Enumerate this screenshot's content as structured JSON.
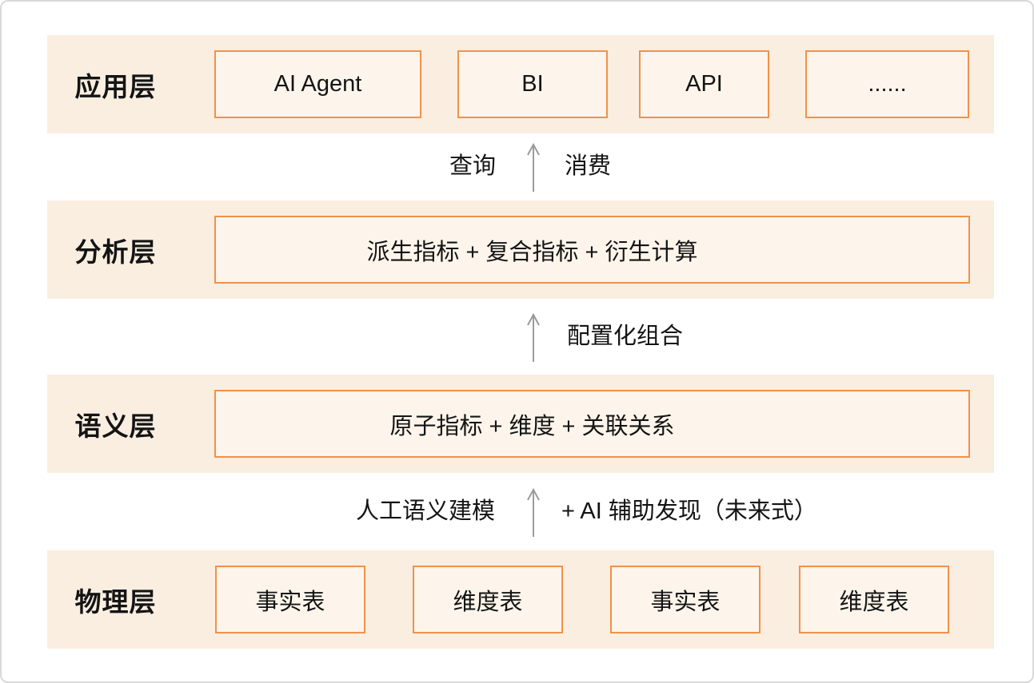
{
  "colors": {
    "band_bg": "#faeee1",
    "box_bg": "#fdf5eb",
    "box_border": "#f0914b",
    "arrow": "#9b9b9b",
    "card_border": "#d9d9d9",
    "text": "#141414"
  },
  "layers": [
    {
      "label": "应用层",
      "boxes": [
        {
          "label": "AI Agent"
        },
        {
          "label": "BI"
        },
        {
          "label": "API"
        },
        {
          "label": "......"
        }
      ]
    },
    {
      "label": "分析层",
      "boxes": [
        {
          "label": "派生指标 + 复合指标 + 衍生计算"
        }
      ]
    },
    {
      "label": "语义层",
      "boxes": [
        {
          "label": "原子指标 + 维度 + 关联关系"
        }
      ]
    },
    {
      "label": "物理层",
      "boxes": [
        {
          "label": "事实表"
        },
        {
          "label": "维度表"
        },
        {
          "label": "事实表"
        },
        {
          "label": "维度表"
        }
      ]
    }
  ],
  "connectors": [
    {
      "left_label": "查询",
      "right_label": "消费"
    },
    {
      "left_label": "",
      "right_label": "配置化组合"
    },
    {
      "left_label": "人工语义建模",
      "right_label": "+ AI 辅助发现（未来式）"
    }
  ]
}
